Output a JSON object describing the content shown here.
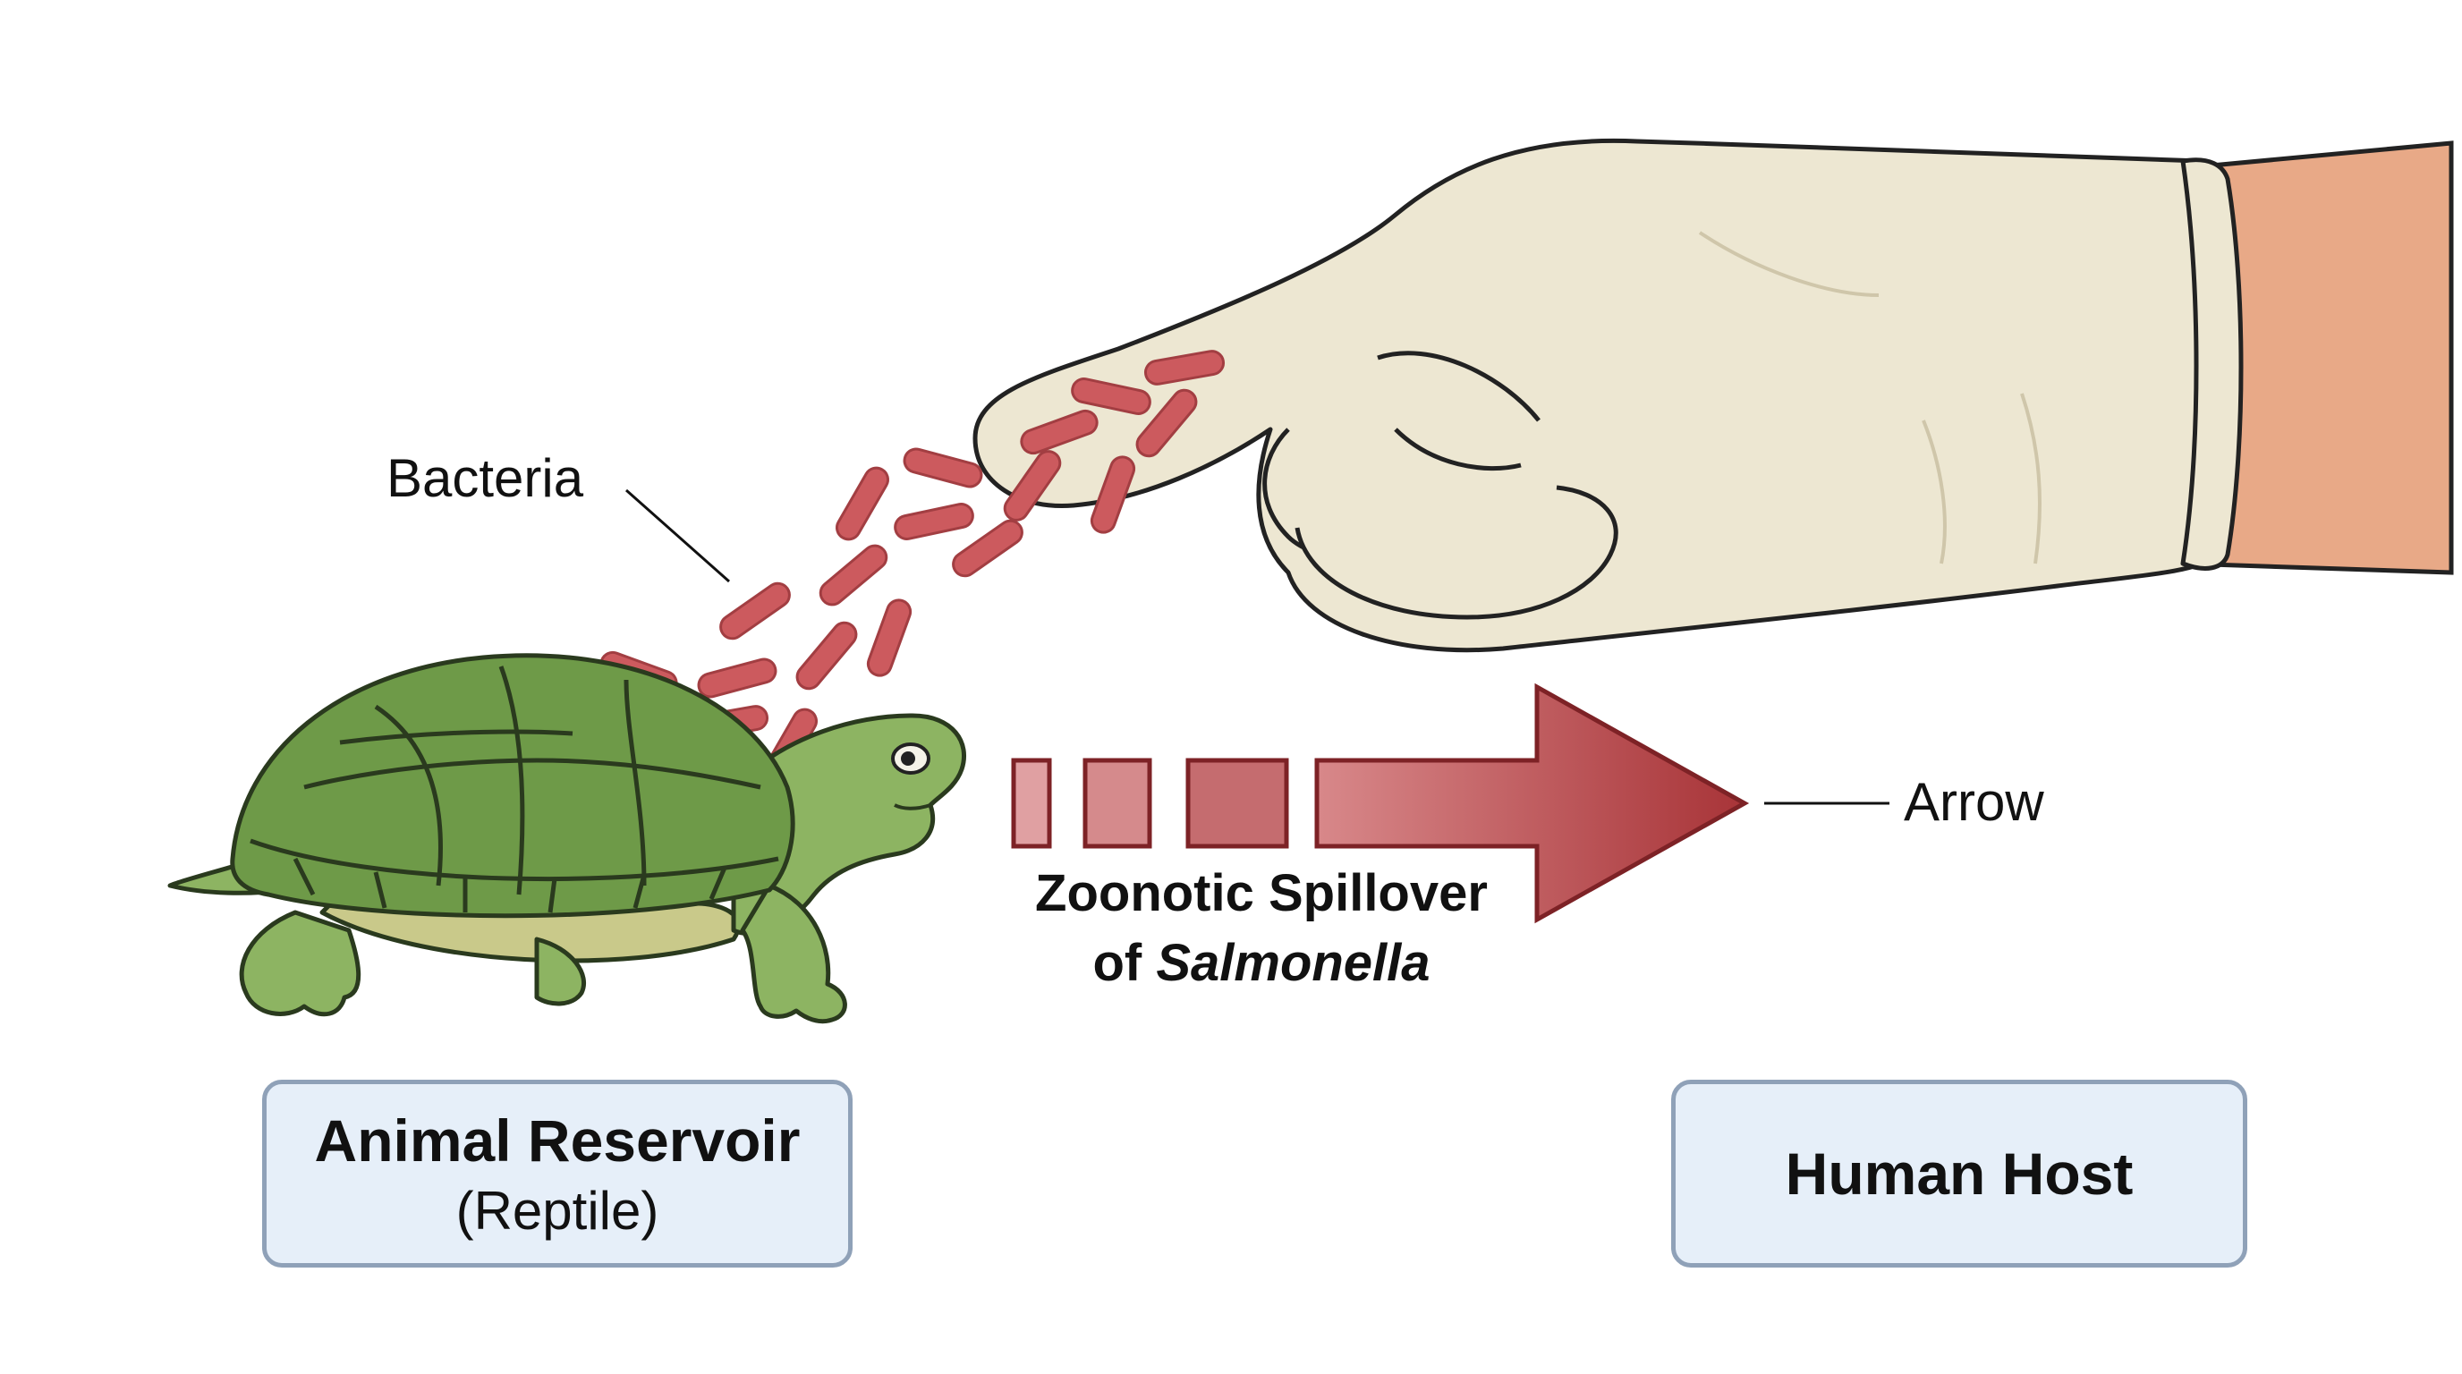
{
  "labels": {
    "bacteria": "Bacteria",
    "arrow": "Arrow",
    "spillover_line1": "Zoonotic Spillover",
    "spillover_of": "of",
    "spillover_organism": "Salmonella"
  },
  "boxes": {
    "reservoir": {
      "title": "Animal Reservoir",
      "subtitle": "(Reptile)"
    },
    "host": {
      "title": "Human Host"
    }
  },
  "colors": {
    "bacteria": "#cc5a5e",
    "arrow_dark": "#a83438",
    "arrow_light": "#d8888a",
    "turtle_shell": "#6e9a48",
    "turtle_skin": "#8db462",
    "glove": "#ede7d2",
    "skin": "#e8a987",
    "box_fill": "#e6eff9",
    "box_border": "#8fa1b8"
  }
}
